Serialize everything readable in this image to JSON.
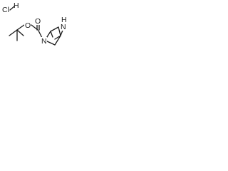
{
  "molecule": {
    "atoms": {
      "chlorine": "Cl",
      "chlorine_hydrogen": "H",
      "ester_oxygen": "O",
      "carbonyl_oxygen": "O",
      "ring_nitrogen_carbamate": "N",
      "ring_nitrogen_amine": "N",
      "amine_hydrogen": "H"
    }
  }
}
